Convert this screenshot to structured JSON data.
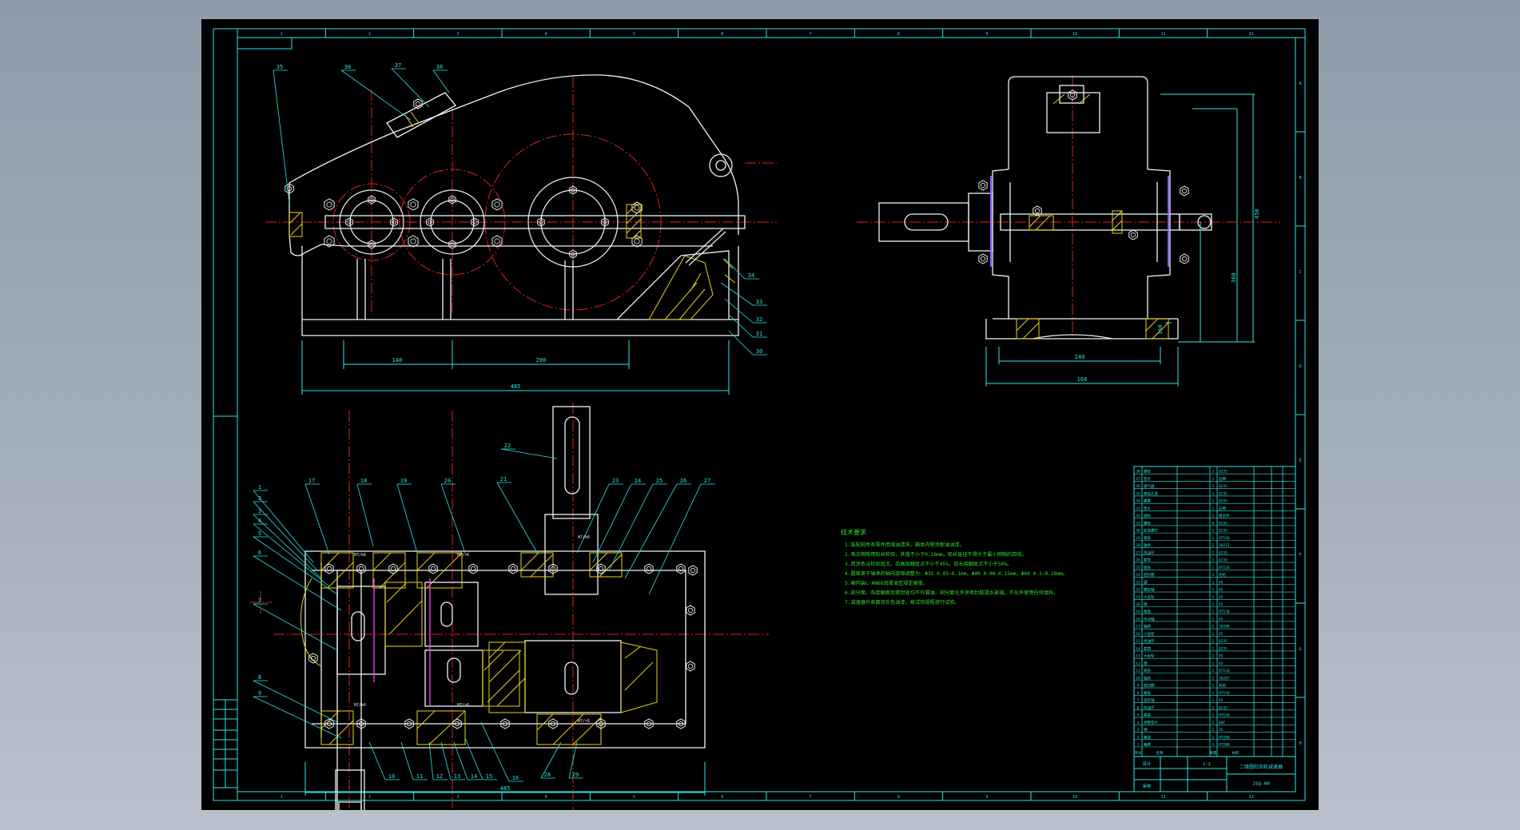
{
  "colors": {
    "background": "#000000",
    "frame": "#2ee6e6",
    "outline": "#f2f2f2",
    "center_line": "#e02020",
    "hatch": "#e8d21a",
    "dimension": "#2ee6e6",
    "leader": "#2ee6e6",
    "note_text": "#30e030",
    "highlight": "#ff40ff"
  },
  "frame": {
    "zone_numbers": [
      "1",
      "2",
      "3",
      "4",
      "5",
      "6",
      "7",
      "8",
      "9",
      "10",
      "11",
      "12"
    ],
    "side_letters": [
      "A",
      "B",
      "C",
      "D",
      "E",
      "F",
      "G",
      "H"
    ]
  },
  "front_view": {
    "balloons": [
      "35",
      "36",
      "37",
      "38",
      "34",
      "33",
      "32",
      "31",
      "30"
    ],
    "dimensions": [
      "140",
      "200",
      "485"
    ]
  },
  "side_view": {
    "dimensions": [
      "160",
      "450",
      "360",
      "240",
      "168"
    ]
  },
  "top_view": {
    "balloons_top": [
      "17",
      "18",
      "19",
      "20",
      "21",
      "23",
      "24",
      "25",
      "26",
      "27"
    ],
    "balloons_left": [
      "1",
      "2",
      "3",
      "4",
      "5",
      "6",
      "7",
      "8",
      "9"
    ],
    "balloons_bottom": [
      "10",
      "11",
      "12",
      "13",
      "14",
      "15",
      "16",
      "28",
      "29"
    ],
    "balloon_22": "22",
    "fits": [
      "H7/k6",
      "H7/r6",
      "H7/k6",
      "H7/r6",
      "H7/k6",
      "H7/r6"
    ],
    "dimensions": [
      "485"
    ]
  },
  "notes": {
    "heading": "技术要求",
    "lines": [
      "1.装配前所有零件用煤油清洗，箱体内壁涂耐油油漆。",
      "2.啮合侧隙用铅丝检验，其值不小于0.16mm，铅丝直径不得大于最小侧隙的四倍。",
      "3.用涂色法检验斑点，齿高接触斑点不小于45%，齿长接触斑点不小于50%。",
      "4.圆锥滚子轴承的轴向游隙调整为：Φ35 0.05~0.1mm，Φ40 0.08~0.15mm，Φ60 0.1~0.18mm。",
      "5.箱内装L-AN68润滑油至规定高度。",
      "6.剖分面、各接触面及密封处均不许漏油，剖分面允许涂密封胶或水玻璃，不允许使用任何填料。",
      "7.减速器外表面涂灰色油漆，按试验规程进行试验。"
    ]
  },
  "parts_list": {
    "rows": [
      [
        "38",
        "螺栓",
        "1",
        "Q235"
      ],
      [
        "37",
        "垫片",
        "1",
        "石棉"
      ],
      [
        "36",
        "通气器",
        "1",
        "Q235"
      ],
      [
        "35",
        "窥视孔盖",
        "1",
        "Q235"
      ],
      [
        "34",
        "螺塞",
        "1",
        "Q235"
      ],
      [
        "33",
        "垫片",
        "1",
        "石棉"
      ],
      [
        "32",
        "油标",
        "1",
        "组合件"
      ],
      [
        "31",
        "螺栓",
        "6",
        "Q235"
      ],
      [
        "30",
        "起盖螺钉",
        "1",
        "Q235"
      ],
      [
        "29",
        "端盖",
        "1",
        "HT150"
      ],
      [
        "28",
        "轴承",
        "2",
        "30212"
      ],
      [
        "27",
        "挡油环",
        "2",
        "Q235"
      ],
      [
        "26",
        "套筒",
        "1",
        "Q235"
      ],
      [
        "25",
        "端盖",
        "1",
        "HT150"
      ],
      [
        "24",
        "密封圈",
        "1",
        "毛毡"
      ],
      [
        "23",
        "键",
        "1",
        "45"
      ],
      [
        "22",
        "输出轴",
        "1",
        "45"
      ],
      [
        "21",
        "大齿轮",
        "1",
        "45"
      ],
      [
        "20",
        "键",
        "1",
        "45"
      ],
      [
        "19",
        "端盖",
        "2",
        "HT150"
      ],
      [
        "18",
        "中间轴",
        "1",
        "45"
      ],
      [
        "17",
        "轴承",
        "2",
        "30208"
      ],
      [
        "16",
        "小齿轮",
        "1",
        "45"
      ],
      [
        "15",
        "挡油环",
        "2",
        "Q235"
      ],
      [
        "14",
        "套筒",
        "1",
        "Q235"
      ],
      [
        "13",
        "大齿轮",
        "1",
        "45"
      ],
      [
        "12",
        "键",
        "1",
        "45"
      ],
      [
        "11",
        "端盖",
        "2",
        "HT150"
      ],
      [
        "10",
        "轴承",
        "2",
        "30207"
      ],
      [
        "9",
        "密封圈",
        "1",
        "毛毡"
      ],
      [
        "8",
        "端盖",
        "1",
        "HT150"
      ],
      [
        "7",
        "齿轮轴",
        "1",
        "45"
      ],
      [
        "6",
        "挡油环",
        "2",
        "Q235"
      ],
      [
        "5",
        "端盖",
        "1",
        "HT150"
      ],
      [
        "4",
        "调整垫片",
        "2",
        "08F"
      ],
      [
        "3",
        "销",
        "2",
        "35"
      ],
      [
        "2",
        "箱盖",
        "1",
        "HT200"
      ],
      [
        "1",
        "箱座",
        "1",
        "HT200"
      ]
    ],
    "header": [
      "序号",
      "名称",
      "数量",
      "材料"
    ]
  },
  "title_block": {
    "title": "二级圆柱齿轮减速器",
    "drawing_no": "JSQ-00",
    "scale": "1:2",
    "designer": "设计",
    "checker": "审核"
  }
}
